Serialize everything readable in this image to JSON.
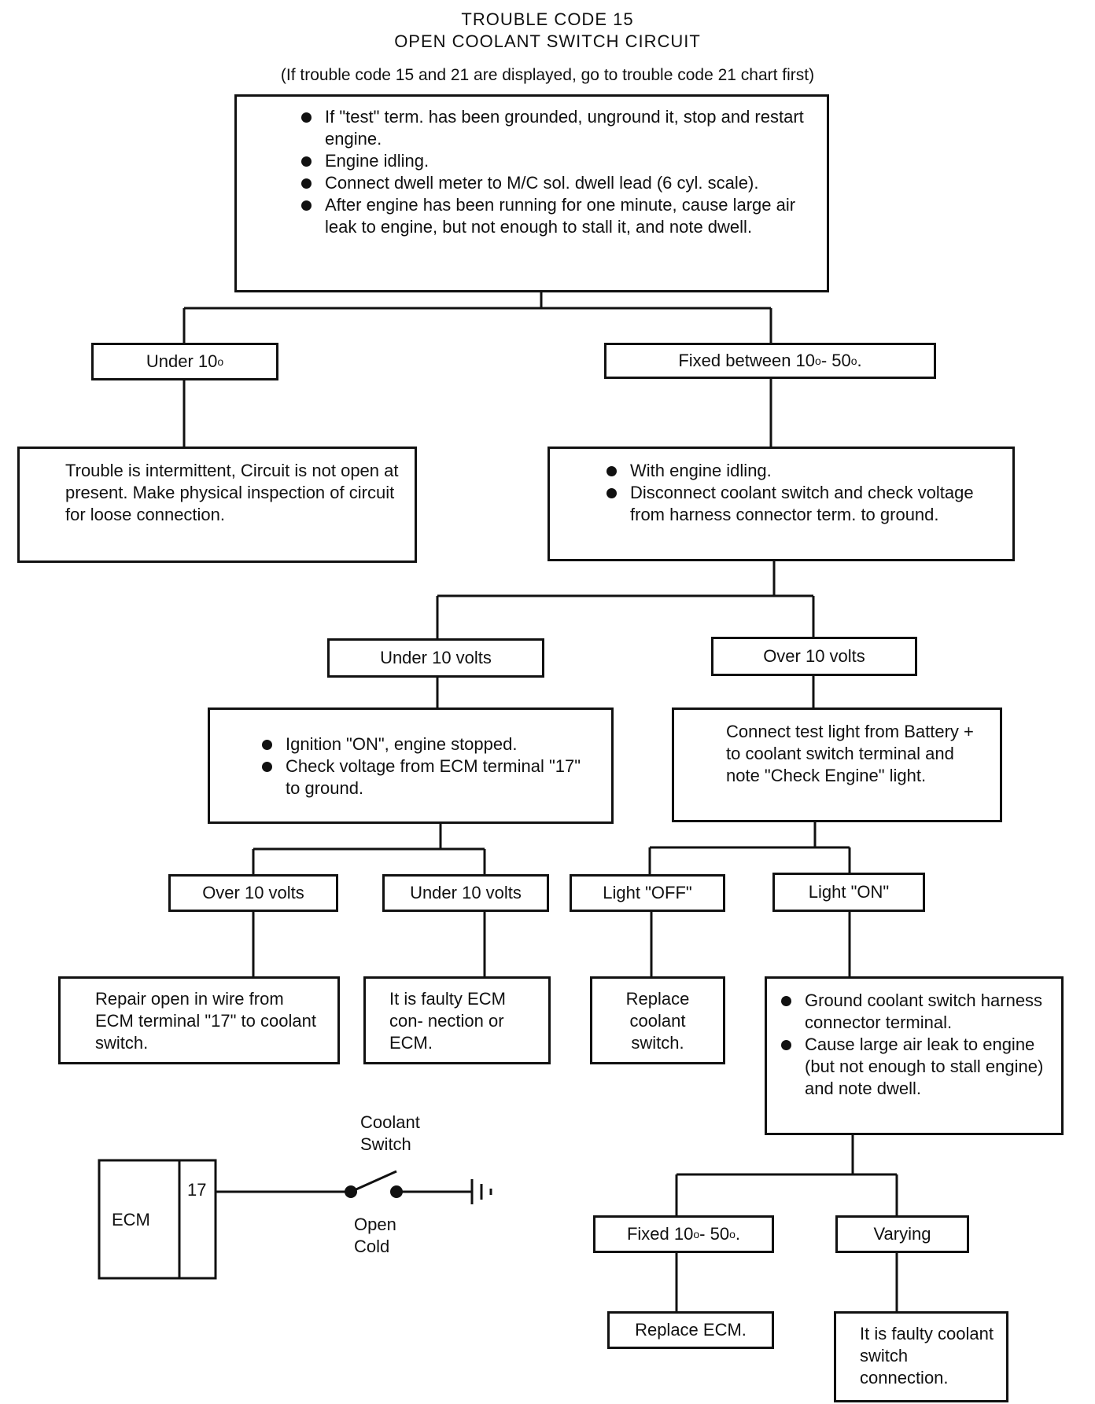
{
  "title_line1": "TROUBLE CODE 15",
  "title_line2": "OPEN COOLANT SWITCH CIRCUIT",
  "subtitle": "(If trouble code 15 and 21 are displayed, go to trouble code 21 chart first)",
  "start_box": {
    "items": [
      "If \"test\" term. has been grounded, unground it, stop and restart engine.",
      "Engine idling.",
      "Connect dwell meter to M/C sol. dwell lead (6 cyl. scale).",
      "After engine has been running for one minute, cause large air leak to engine, but not enough to stall it, and note dwell."
    ]
  },
  "branch_under10deg": {
    "text": "Under 10",
    "sup": "o"
  },
  "branch_fixed": {
    "text_a": "Fixed between 10",
    "sup_a": "o",
    "text_b": " - 50",
    "sup_b": "o",
    "text_c": "."
  },
  "intermittent_box": "Trouble is intermittent, Circuit is not open at present. Make physical inspection of circuit for loose connection.",
  "idling_box": {
    "items": [
      "With engine idling.",
      "Disconnect coolant switch and check voltage from harness connector term. to ground."
    ]
  },
  "under10volts_1": "Under 10 volts",
  "over10volts_1": "Over 10 volts",
  "ignition_box": {
    "items": [
      "Ignition \"ON\", engine stopped.",
      "Check voltage from ECM terminal \"17\" to ground."
    ]
  },
  "testlight_box": "Connect test light from Battery + to coolant switch terminal and note \"Check Engine\" light.",
  "over10volts_2": "Over 10 volts",
  "under10volts_2": "Under 10 volts",
  "light_off": "Light \"OFF\"",
  "light_on": "Light \"ON\"",
  "repair_box": "Repair open in wire from ECM terminal \"17\" to coolant switch.",
  "faulty_ecm_box": "It is faulty ECM con- nection or ECM.",
  "replace_switch_box": "Replace coolant switch.",
  "ground_box": {
    "items": [
      "Ground coolant switch harness connector terminal.",
      "Cause large air leak to engine (but not enough to stall engine) and note dwell."
    ]
  },
  "fixed_small": {
    "text_a": "Fixed 10",
    "sup_a": "o",
    "text_b": " - 50",
    "sup_b": "o",
    "text_c": "."
  },
  "varying": "Varying",
  "replace_ecm": "Replace ECM.",
  "faulty_switch_box": "It is faulty coolant switch connection.",
  "schematic": {
    "ecm_label": "ECM",
    "terminal": "17",
    "switch_label": "Coolant Switch",
    "state_label": "Open Cold"
  }
}
